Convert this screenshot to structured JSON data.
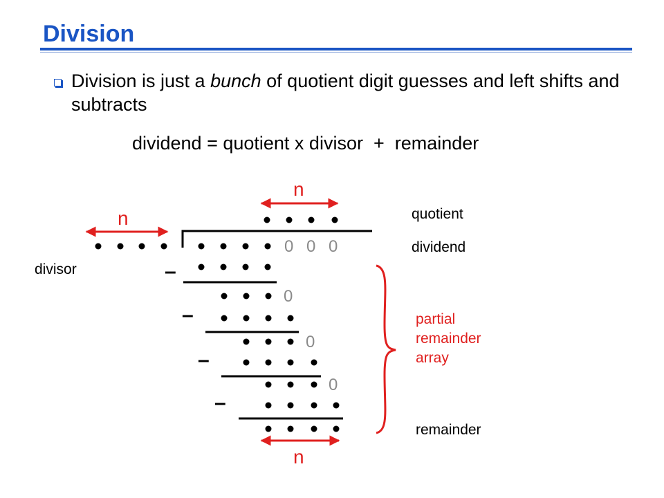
{
  "title": "Division",
  "bullet": {
    "part1": "Division is just a ",
    "emphasis": "bunch",
    "part2": " of quotient digit guesses and left shifts and subtracts"
  },
  "equation": "dividend = quotient x divisor  +  remainder",
  "labels": {
    "n_top": "n",
    "n_left": "n",
    "n_bottom": "n",
    "quotient": "quotient",
    "dividend": "dividend",
    "divisor": "divisor",
    "partial_remainder_array": [
      "partial",
      "remainder",
      "array"
    ],
    "remainder": "remainder",
    "minus": "–",
    "zero": "0"
  },
  "colors": {
    "title": "#1a55c4",
    "accent_red": "#e0201f",
    "zero_gray": "#8a8a8a"
  }
}
